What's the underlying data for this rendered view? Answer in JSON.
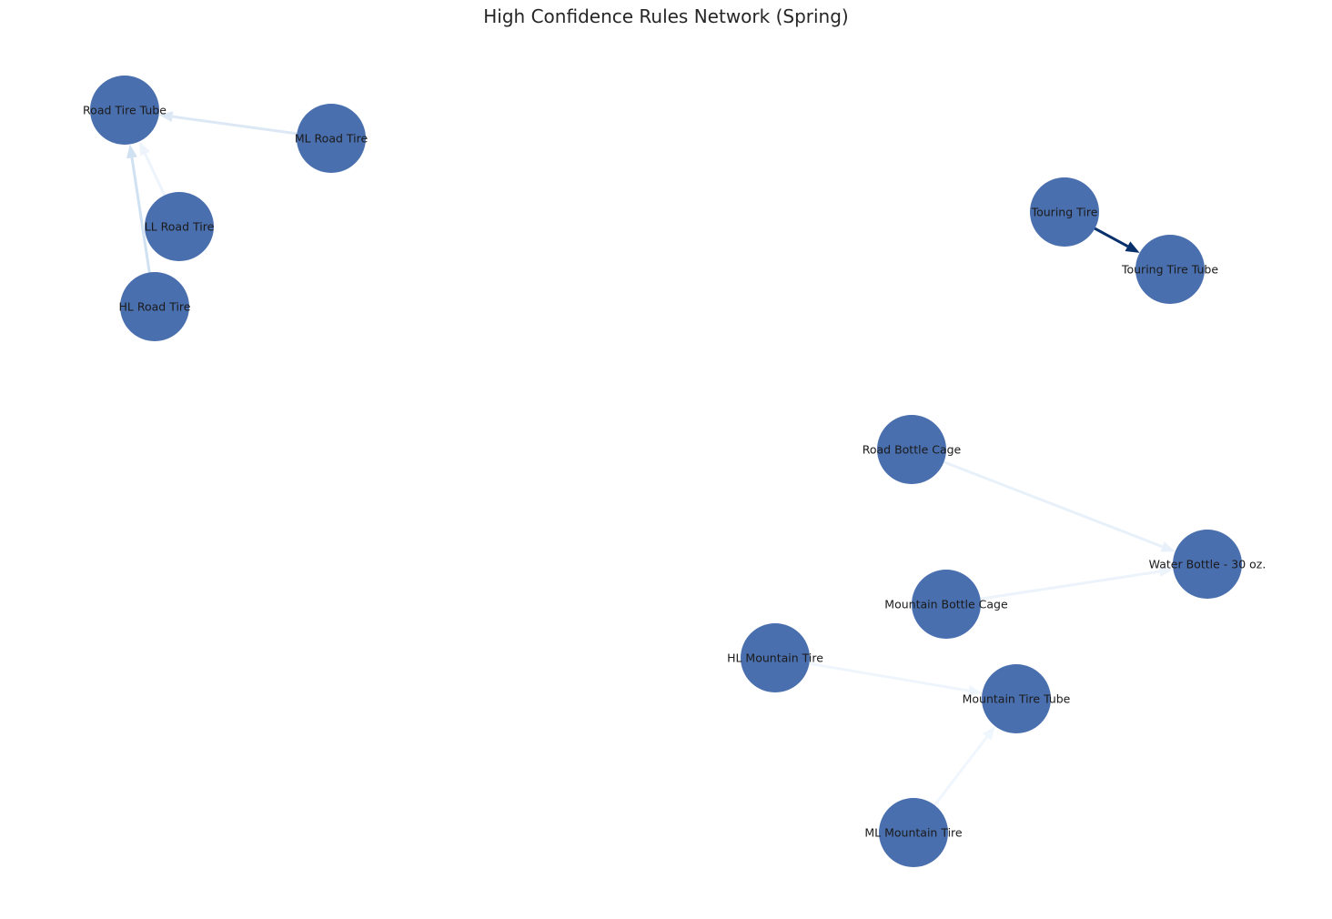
{
  "title": "High Confidence Rules Network (Spring)",
  "colors": {
    "node_fill": "#4a6fae",
    "label": "#1a1a1a"
  },
  "nodes": [
    {
      "id": "road-tire-tube",
      "label": "Road Tire Tube"
    },
    {
      "id": "ml-road-tire",
      "label": "ML Road Tire"
    },
    {
      "id": "ll-road-tire",
      "label": "LL Road Tire"
    },
    {
      "id": "hl-road-tire",
      "label": "HL Road Tire"
    },
    {
      "id": "touring-tire",
      "label": "Touring Tire"
    },
    {
      "id": "touring-tire-tube",
      "label": "Touring Tire Tube"
    },
    {
      "id": "road-bottle-cage",
      "label": "Road Bottle Cage"
    },
    {
      "id": "water-bottle-30oz",
      "label": "Water Bottle - 30 oz."
    },
    {
      "id": "mountain-bottle-cage",
      "label": "Mountain Bottle Cage"
    },
    {
      "id": "hl-mountain-tire",
      "label": "HL Mountain Tire"
    },
    {
      "id": "mountain-tire-tube",
      "label": "Mountain Tire Tube"
    },
    {
      "id": "ml-mountain-tire",
      "label": "ML Mountain Tire"
    }
  ],
  "edges": [
    {
      "source": "ml-road-tire",
      "target": "road-tire-tube",
      "color": "#dce8f5"
    },
    {
      "source": "ll-road-tire",
      "target": "road-tire-tube",
      "color": "#eef4fb"
    },
    {
      "source": "hl-road-tire",
      "target": "road-tire-tube",
      "color": "#d0e1f2"
    },
    {
      "source": "touring-tire",
      "target": "touring-tire-tube",
      "color": "#08306b"
    },
    {
      "source": "road-bottle-cage",
      "target": "water-bottle-30oz",
      "color": "#e8f1fa"
    },
    {
      "source": "mountain-bottle-cage",
      "target": "water-bottle-30oz",
      "color": "#ecf3fb"
    },
    {
      "source": "hl-mountain-tire",
      "target": "mountain-tire-tube",
      "color": "#eff5fc"
    },
    {
      "source": "ml-mountain-tire",
      "target": "mountain-tire-tube",
      "color": "#f0f6fd"
    }
  ]
}
